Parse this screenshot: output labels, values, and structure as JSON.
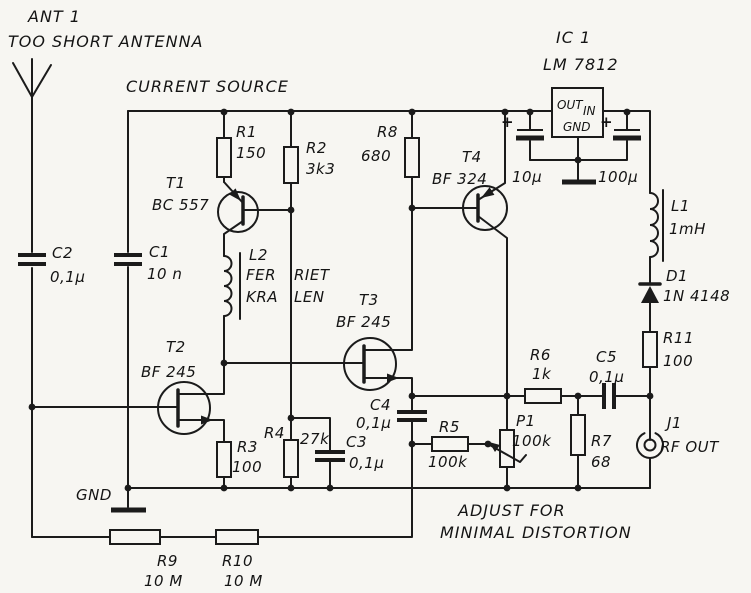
{
  "colors": {
    "paper": "#f7f6f2",
    "ink": "#1b1b1b"
  },
  "annotations": {
    "ant_ref": "ANT 1",
    "ant_name": "TOO SHORT ANTENNA",
    "current_source": "CURRENT SOURCE",
    "adjust_line1": "ADJUST FOR",
    "adjust_line2": "MINIMAL DISTORTION",
    "gnd": "GND"
  },
  "ic1": {
    "ref": "IC 1",
    "part": "LM 7812",
    "pin_out": "OUT",
    "pin_in": "IN",
    "pin_gnd": "GND"
  },
  "components": {
    "R1": {
      "ref": "R1",
      "value": "150"
    },
    "R2": {
      "ref": "R2",
      "value": "3k3"
    },
    "R3": {
      "ref": "R3",
      "value": "100"
    },
    "R4": {
      "ref": "R4",
      "value": "27k"
    },
    "R5": {
      "ref": "R5",
      "value": "100k"
    },
    "R6": {
      "ref": "R6",
      "value": "1k"
    },
    "R7": {
      "ref": "R7",
      "value": "68"
    },
    "R8": {
      "ref": "R8",
      "value": "680"
    },
    "R9": {
      "ref": "R9",
      "value": "10 M"
    },
    "R10": {
      "ref": "R10",
      "value": "10 M"
    },
    "R11": {
      "ref": "R11",
      "value": "100"
    },
    "P1": {
      "ref": "P1",
      "value": "100k"
    },
    "C1": {
      "ref": "C1",
      "value": "10 n"
    },
    "C2": {
      "ref": "C2",
      "value": "0,1μ"
    },
    "C3": {
      "ref": "C3",
      "value": "0,1μ"
    },
    "C4": {
      "ref": "C4",
      "value": "0,1μ"
    },
    "C5": {
      "ref": "C5",
      "value": "0,1μ"
    },
    "CE1": {
      "value": "10μ",
      "polarity": "+"
    },
    "CE2": {
      "value": "100μ",
      "polarity": "+"
    },
    "L1": {
      "ref": "L1",
      "value": "1mH"
    },
    "L2": {
      "ref": "L2",
      "word1": "FER",
      "word2": "RIET",
      "word3": "KRA",
      "word4": "LEN"
    },
    "D1": {
      "ref": "D1",
      "value": "1N 4148"
    },
    "T1": {
      "ref": "T1",
      "part": "BC 557"
    },
    "T2": {
      "ref": "T2",
      "part": "BF 245"
    },
    "T3": {
      "ref": "T3",
      "part": "BF 245"
    },
    "T4": {
      "ref": "T4",
      "part": "BF 324"
    },
    "J1": {
      "ref": "J1",
      "label": "RF OUT"
    }
  }
}
